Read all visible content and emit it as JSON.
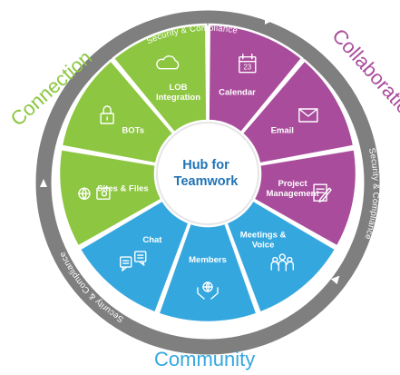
{
  "hub": {
    "line1": "Hub for",
    "line2": "Teamwork"
  },
  "ring": {
    "top": "Security & Compliance",
    "right": "Security & Compliance",
    "left": "Security & Compliance"
  },
  "quadrants": {
    "connection": "Connection",
    "collaboration": "Collaboration",
    "community": "Community"
  },
  "segments": [
    {
      "id": "lob",
      "line1": "LOB",
      "line2": "Integration",
      "icon": "cloud-icon",
      "color": "#8dc641"
    },
    {
      "id": "calendar",
      "line1": "Calendar",
      "line2": "",
      "icon": "calendar-icon",
      "color": "#a94c9c"
    },
    {
      "id": "email",
      "line1": "Email",
      "line2": "",
      "icon": "envelope-icon",
      "color": "#a94c9c"
    },
    {
      "id": "project",
      "line1": "Project",
      "line2": "Management",
      "icon": "document-pen-icon",
      "color": "#a94c9c"
    },
    {
      "id": "meetings",
      "line1": "Meetings &",
      "line2": "Voice",
      "icon": "people-icon",
      "color": "#35a7df"
    },
    {
      "id": "members",
      "line1": "Members",
      "line2": "",
      "icon": "hands-globe-icon",
      "color": "#35a7df"
    },
    {
      "id": "chat",
      "line1": "Chat",
      "line2": "",
      "icon": "chat-bubbles-icon",
      "color": "#35a7df"
    },
    {
      "id": "sites",
      "line1": "Sites & Files",
      "line2": "",
      "icon": "globe-safe-icon",
      "color": "#8dc641"
    },
    {
      "id": "bots",
      "line1": "BOTs",
      "line2": "",
      "icon": "lock-icon",
      "color": "#8dc641"
    }
  ],
  "colors": {
    "connection": "#8dc641",
    "collaboration": "#a94c9c",
    "community": "#35a7df",
    "ring": "#7f7f7f",
    "hub_text": "#1f73b7"
  }
}
